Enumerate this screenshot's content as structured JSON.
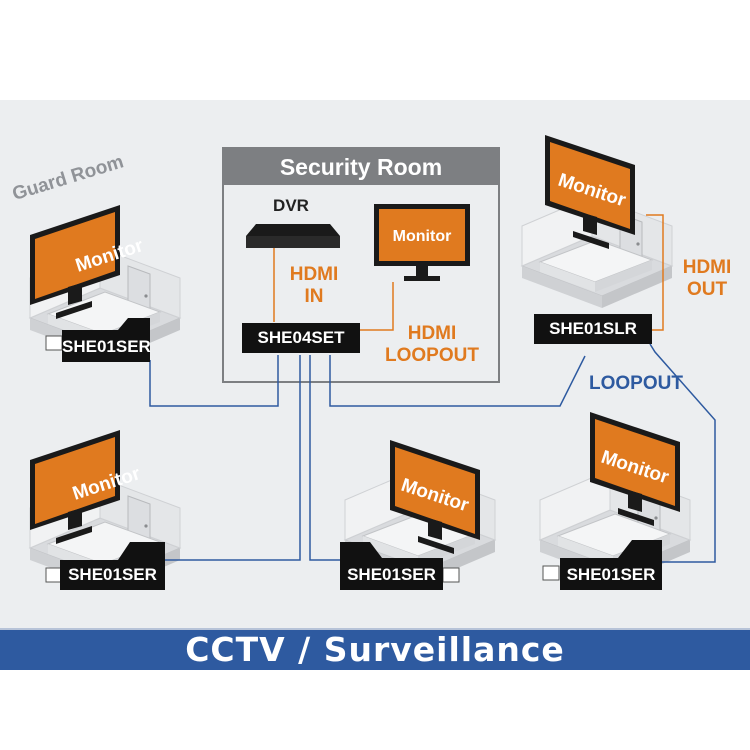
{
  "security_room": {
    "title": "Security Room",
    "dvr_label": "DVR",
    "monitor_label": "Monitor",
    "extender_label": "SHE04SET"
  },
  "signals": {
    "hdmi_in": "HDMI\nIN",
    "hdmi_loopout": "HDMI\nLOOPOUT",
    "hdmi_out": "HDMI\nOUT",
    "loopout": "LOOPOUT"
  },
  "rooms": {
    "guard_room": {
      "title": "Guard Room",
      "monitor": "Monitor",
      "receiver": "SHE01SER"
    },
    "top_right": {
      "monitor": "Monitor",
      "receiver": "SHE01SLR"
    },
    "bottom_left": {
      "monitor": "Monitor",
      "receiver": "SHE01SER"
    },
    "bottom_middle": {
      "monitor": "Monitor",
      "receiver": "SHE01SER"
    },
    "bottom_right": {
      "monitor": "Monitor",
      "receiver": "SHE01SER"
    }
  },
  "banner": {
    "text": "CCTV / Surveillance"
  },
  "colors": {
    "accent_orange": "#e07a1f",
    "link_blue": "#2e5aa0",
    "banner_blue": "#2e5aa0",
    "room_gray": "#7d7f82"
  }
}
